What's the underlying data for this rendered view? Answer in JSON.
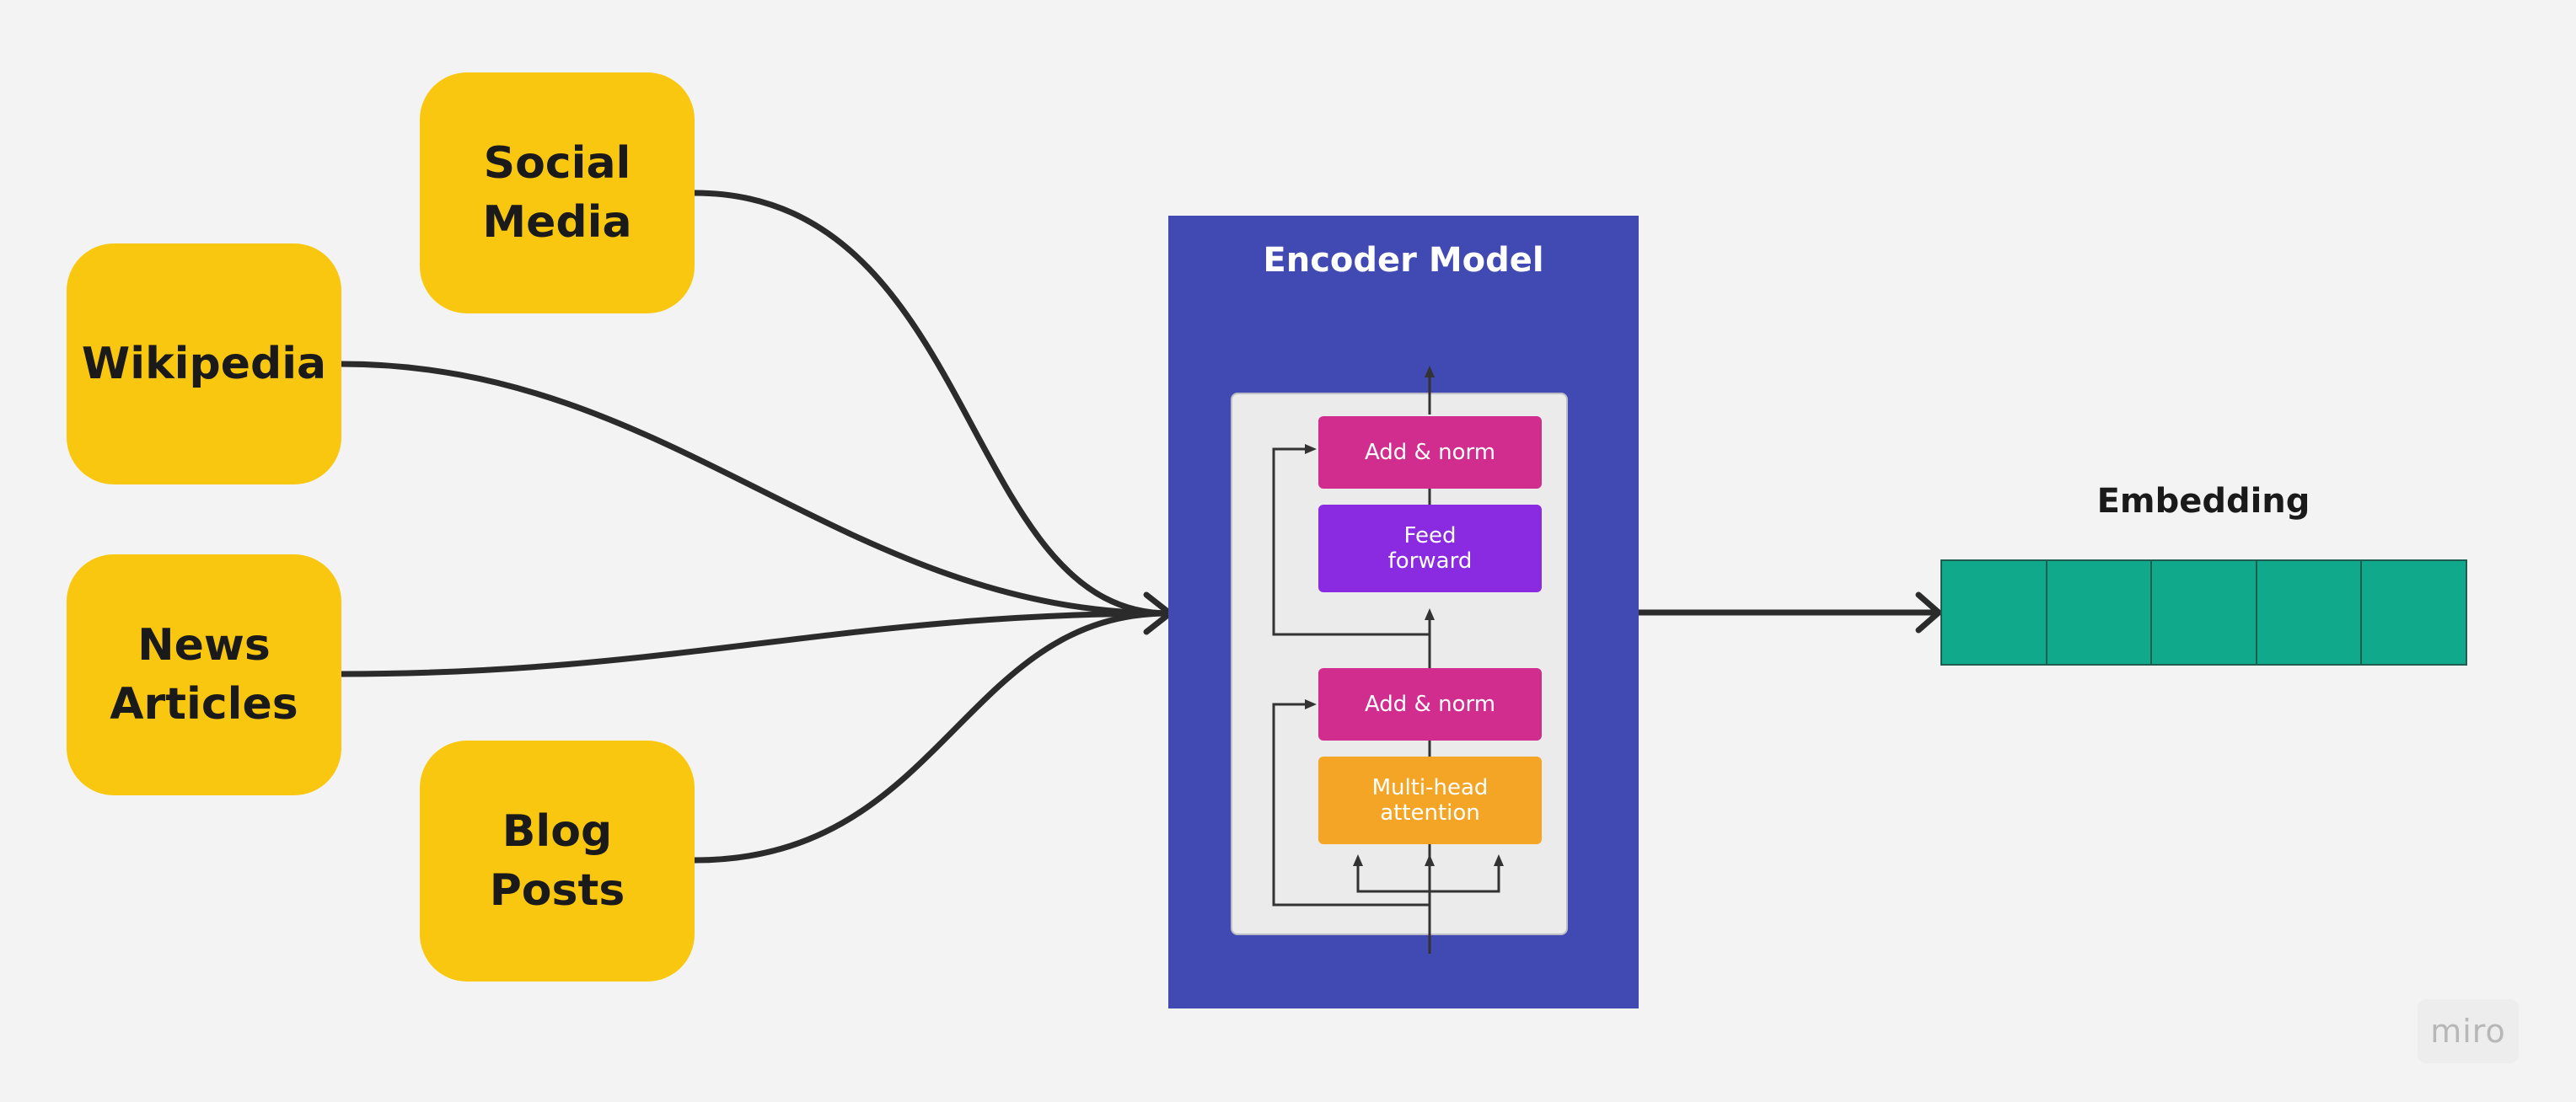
{
  "sources": [
    {
      "id": "social",
      "label": "Social\nMedia"
    },
    {
      "id": "wiki",
      "label": "Wikipedia"
    },
    {
      "id": "news",
      "label": "News\nArticles"
    },
    {
      "id": "blog",
      "label": "Blog Posts"
    }
  ],
  "encoder": {
    "title": "Encoder Model",
    "blocks": {
      "add_norm_top": "Add & norm",
      "feed_forward": "Feed\nforward",
      "add_norm_bottom": "Add & norm",
      "multi_head": "Multi-head\nattention"
    }
  },
  "embedding": {
    "title": "Embedding",
    "cells": 5
  },
  "watermark": "miro",
  "colors": {
    "background": "#f3f3f3",
    "source_card": "#fac710",
    "encoder_panel": "#4149b3",
    "add_norm": "#d02d8f",
    "feed_forward": "#8a2be2",
    "multi_head": "#f4a526",
    "embedding_cell": "#10a98b",
    "connector": "#2b2b2b"
  }
}
